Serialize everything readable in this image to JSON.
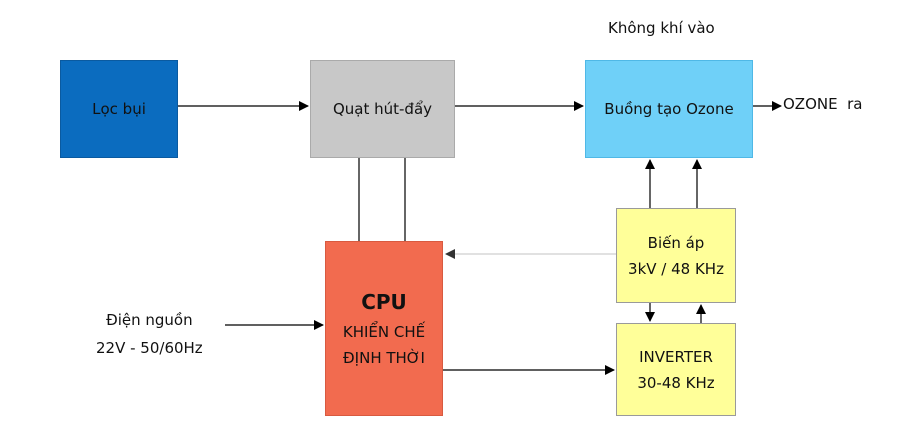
{
  "blocks": {
    "dust_filter": "Lọc bụi",
    "fan": "Quạt hút-đẩy",
    "ozone_chamber": "Buồng tạo Ozone",
    "cpu": {
      "title": "CPU",
      "line1": "KHIỂN CHẾ",
      "line2": "ĐỊNH THỜI"
    },
    "transformer": {
      "line1": "Biến áp",
      "line2": "3kV / 48 KHz"
    },
    "inverter": {
      "line1": "INVERTER",
      "line2": "30-48 KHz"
    }
  },
  "labels": {
    "air_in": "Không khí vào",
    "ozone_out": "OZONE  ra",
    "power": {
      "line1": "Điện nguồn",
      "line2": "22V - 50/60Hz"
    }
  },
  "colors": {
    "dust_filter": "#0b6cbf",
    "fan": "#c8c8c8",
    "ozone_chamber": "#6fd0f8",
    "cpu": "#f26b4f",
    "transformer": "#ffff99",
    "inverter": "#ffff99"
  }
}
